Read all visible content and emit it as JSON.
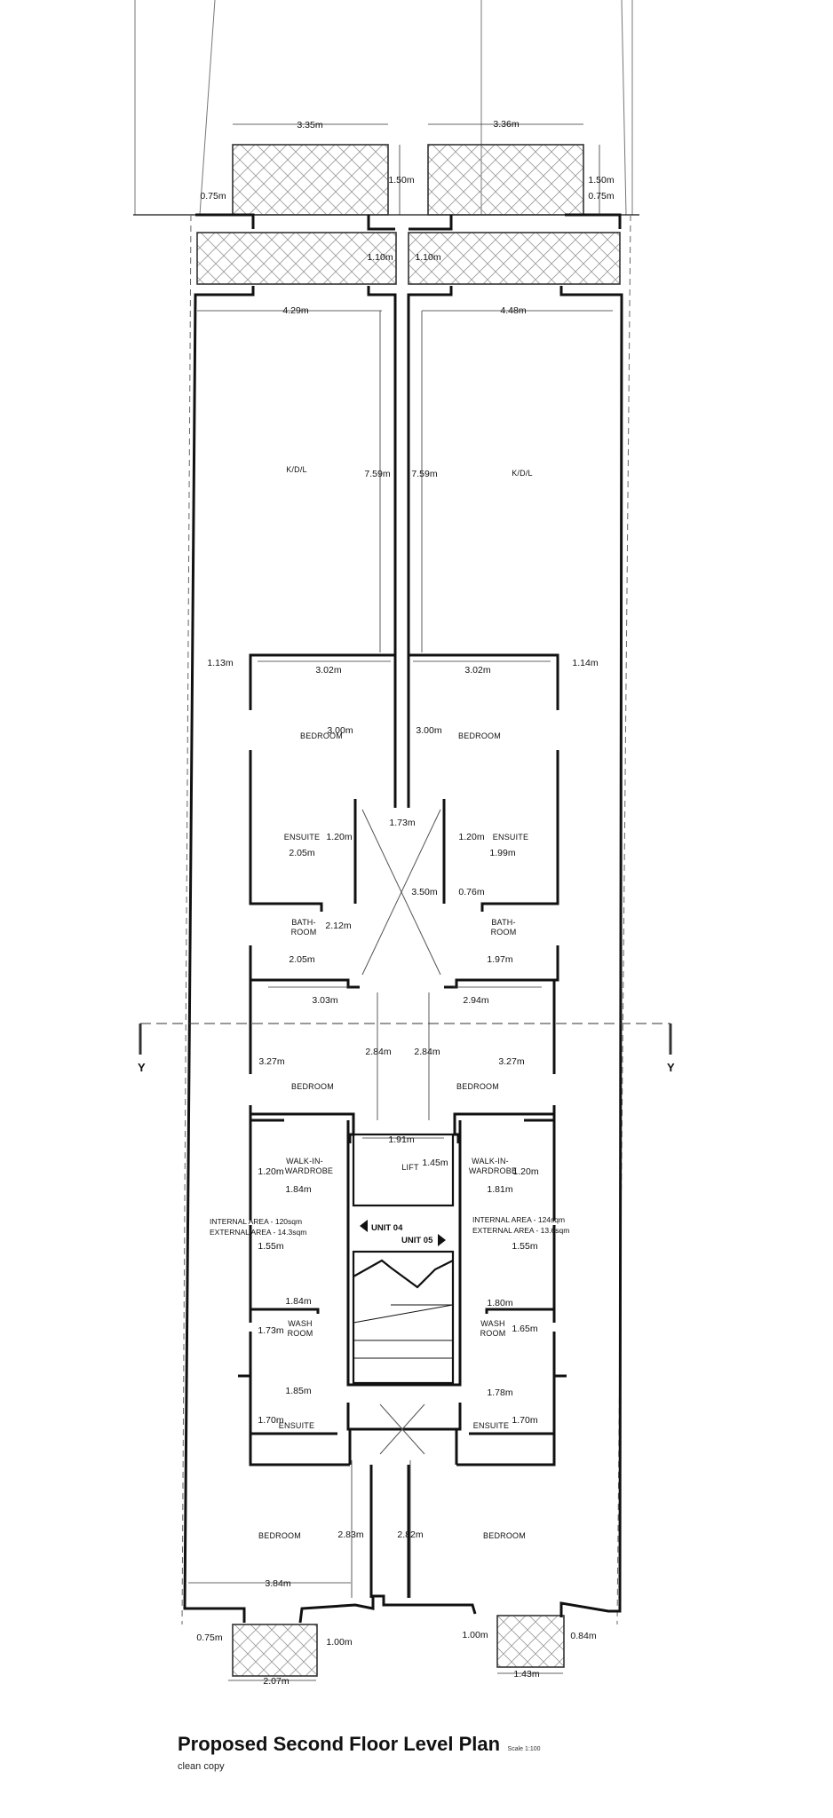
{
  "rooms": {
    "left_kdl": "K/D/L",
    "right_kdl": "K/D/L",
    "bedroom": "BEDROOM",
    "ensuite": "ENSUITE",
    "bath_l1": "BATH-",
    "bath_l2": "ROOM",
    "walkin_l1": "WALK-IN-",
    "walkin_l2": "WARDROBE",
    "wash_l1": "WASH",
    "wash_l2": "ROOM",
    "lift": "LIFT"
  },
  "units": {
    "left": "UNIT 04",
    "right": "UNIT 05"
  },
  "areas": {
    "left_internal": "INTERNAL AREA - 120sqm",
    "left_external": "EXTERNAL AREA - 14.3sqm",
    "right_internal": "INTERNAL AREA - 124sqm",
    "right_external": "EXTERNAL AREA - 13.6sqm"
  },
  "section": {
    "left": "Y",
    "right": "Y"
  },
  "dims": {
    "d335": "3.35m",
    "d336": "3.36m",
    "d150a": "1.50m",
    "d150b": "1.50m",
    "d075a": "0.75m",
    "d075b": "0.75m",
    "d110a": "1.10m",
    "d110b": "1.10m",
    "d429": "4.29m",
    "d448": "4.48m",
    "d759a": "7.59m",
    "d759b": "7.59m",
    "d113": "1.13m",
    "d114": "1.14m",
    "d302a": "3.02m",
    "d302b": "3.02m",
    "d300a": "3.00m",
    "d300b": "3.00m",
    "d173": "1.73m",
    "d120a": "1.20m",
    "d120b": "1.20m",
    "d205a": "2.05m",
    "d199": "1.99m",
    "d350": "3.50m",
    "d076": "0.76m",
    "d212": "2.12m",
    "d205b": "2.05m",
    "d197": "1.97m",
    "d303": "3.03m",
    "d294": "2.94m",
    "d327a": "3.27m",
    "d327b": "3.27m",
    "d284a": "2.84m",
    "d284b": "2.84m",
    "d191": "1.91m",
    "d145": "1.45m",
    "d120c": "1.20m",
    "d120d": "1.20m",
    "d184a": "1.84m",
    "d181": "1.81m",
    "d155a": "1.55m",
    "d155b": "1.55m",
    "d184b": "1.84m",
    "d180": "1.80m",
    "d173b": "1.73m",
    "d165": "1.65m",
    "d185": "1.85m",
    "d178": "1.78m",
    "d170a": "1.70m",
    "d170b": "1.70m",
    "d283": "2.83m",
    "d282": "2.82m",
    "d384": "3.84m",
    "d075c": "0.75m",
    "d100a": "1.00m",
    "d100b": "1.00m",
    "d084": "0.84m",
    "d207": "2.07m",
    "d143": "1.43m"
  },
  "title": {
    "main": "Proposed Second Floor Level Plan",
    "scale": "Scale 1:100",
    "note": "clean copy"
  }
}
